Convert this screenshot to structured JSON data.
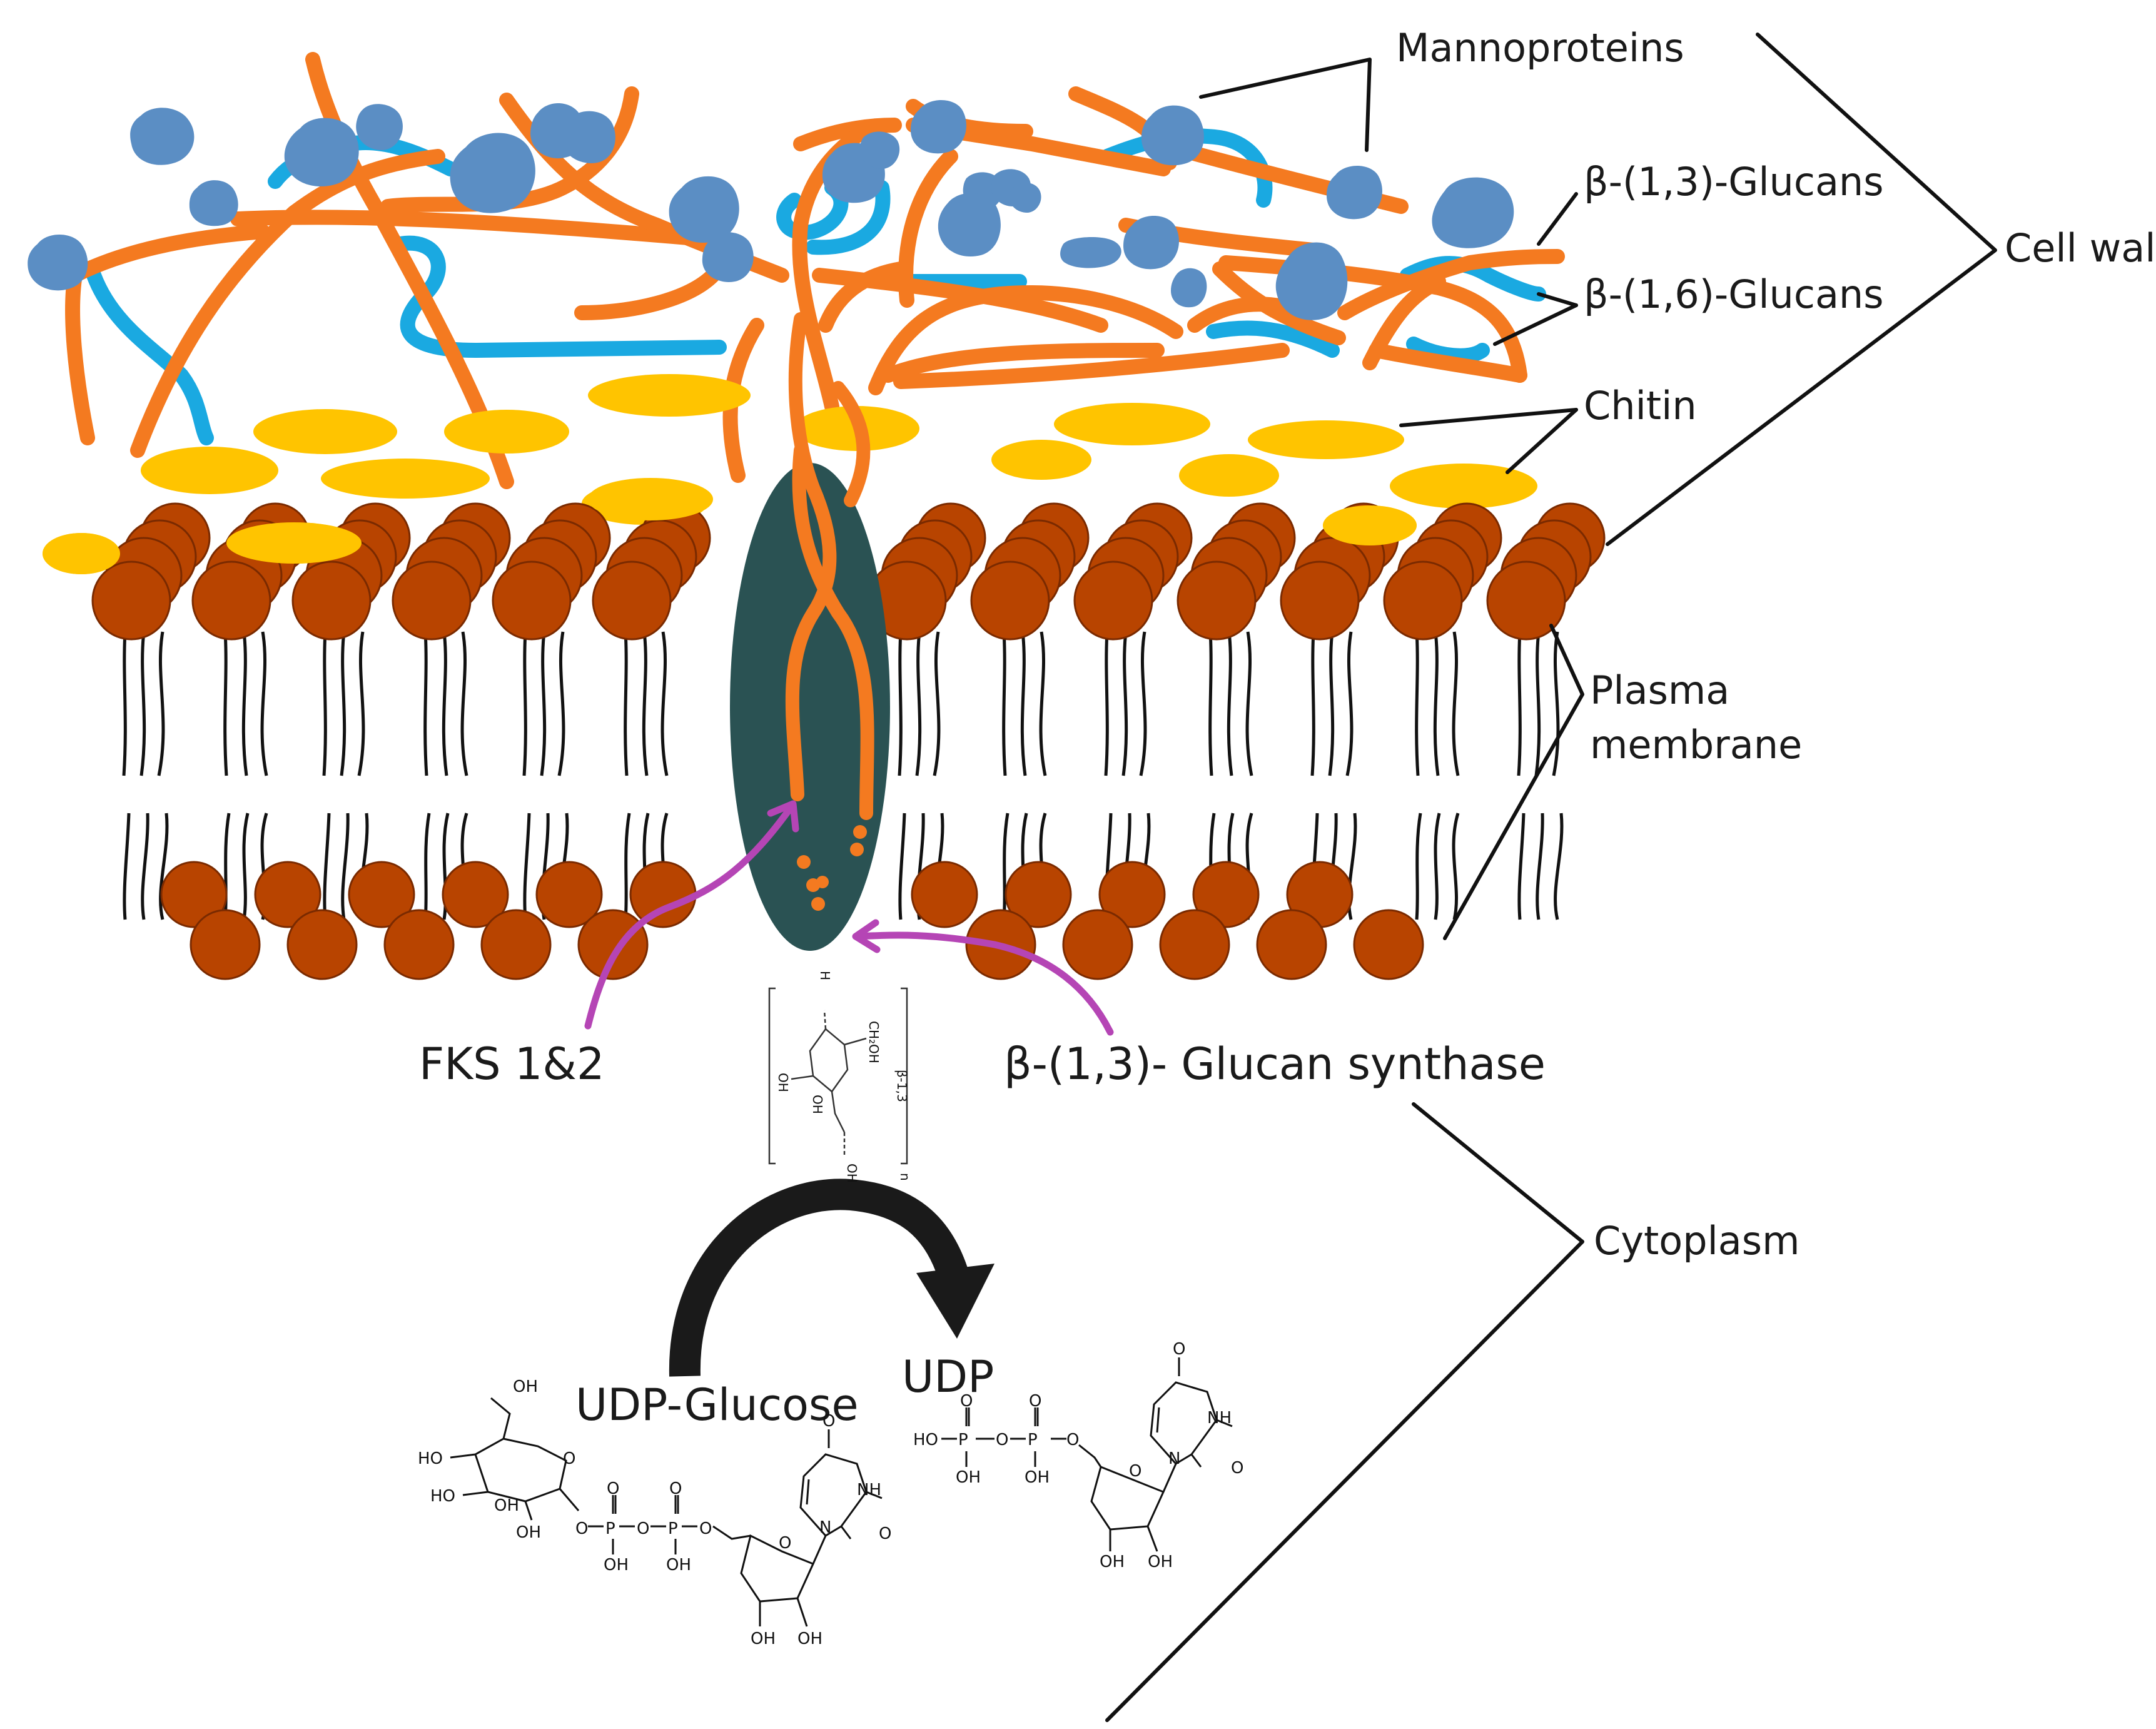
{
  "colors": {
    "glucan13": "#f47a20",
    "glucan16": "#1aa9e1",
    "mannoprotein": "#5b8ec4",
    "chitin": "#ffc400",
    "lipid_head": "#b84400",
    "enzyme": "#2a5253",
    "arrow_magenta": "#b545b5",
    "line": "#111111"
  },
  "labels": {
    "mannoproteins": "Mannoproteins",
    "beta13": "β-(1,3)-Glucans",
    "beta16": "β-(1,6)-Glucans",
    "chitin": "Chitin",
    "cell_wall": "Cell wall",
    "plasma": "Plasma",
    "membrane": "membrane",
    "cytoplasm": "Cytoplasm",
    "fks": "FKS 1&2",
    "synthase": "β-(1,3)- Glucan synthase",
    "udp_glucose": "UDP-Glucose",
    "udp": "UDP"
  },
  "chem": {
    "oh": "OH",
    "ho": "HO",
    "o": "O",
    "p": "P",
    "n": "N",
    "nh": "NH",
    "ch2oh": "CH₂OH",
    "h": "H",
    "n_sub": "n",
    "beta_link": "β-1,3"
  }
}
